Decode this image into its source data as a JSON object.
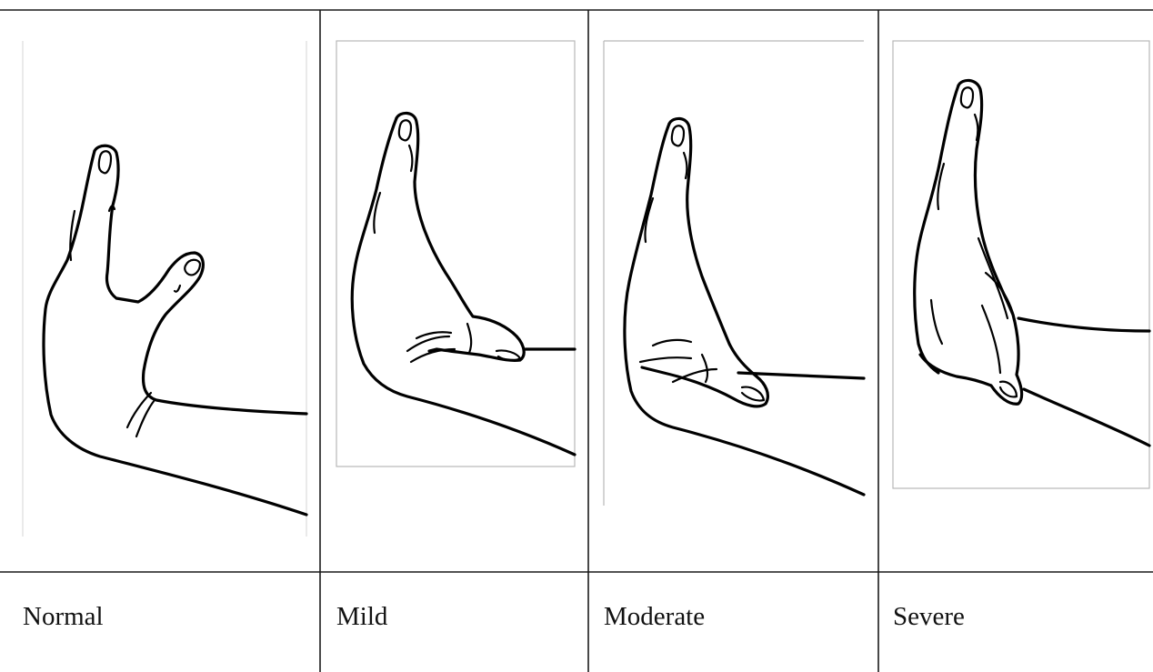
{
  "table": {
    "columns": [
      {
        "label": "Normal"
      },
      {
        "label": "Mild"
      },
      {
        "label": "Moderate"
      },
      {
        "label": "Severe"
      }
    ]
  },
  "icons": {
    "normal": "hand-wrist-extension-normal-illustration",
    "mild": "hand-wrist-extension-mild-illustration",
    "moderate": "hand-wrist-extension-moderate-illustration",
    "severe": "hand-wrist-extension-severe-illustration"
  }
}
